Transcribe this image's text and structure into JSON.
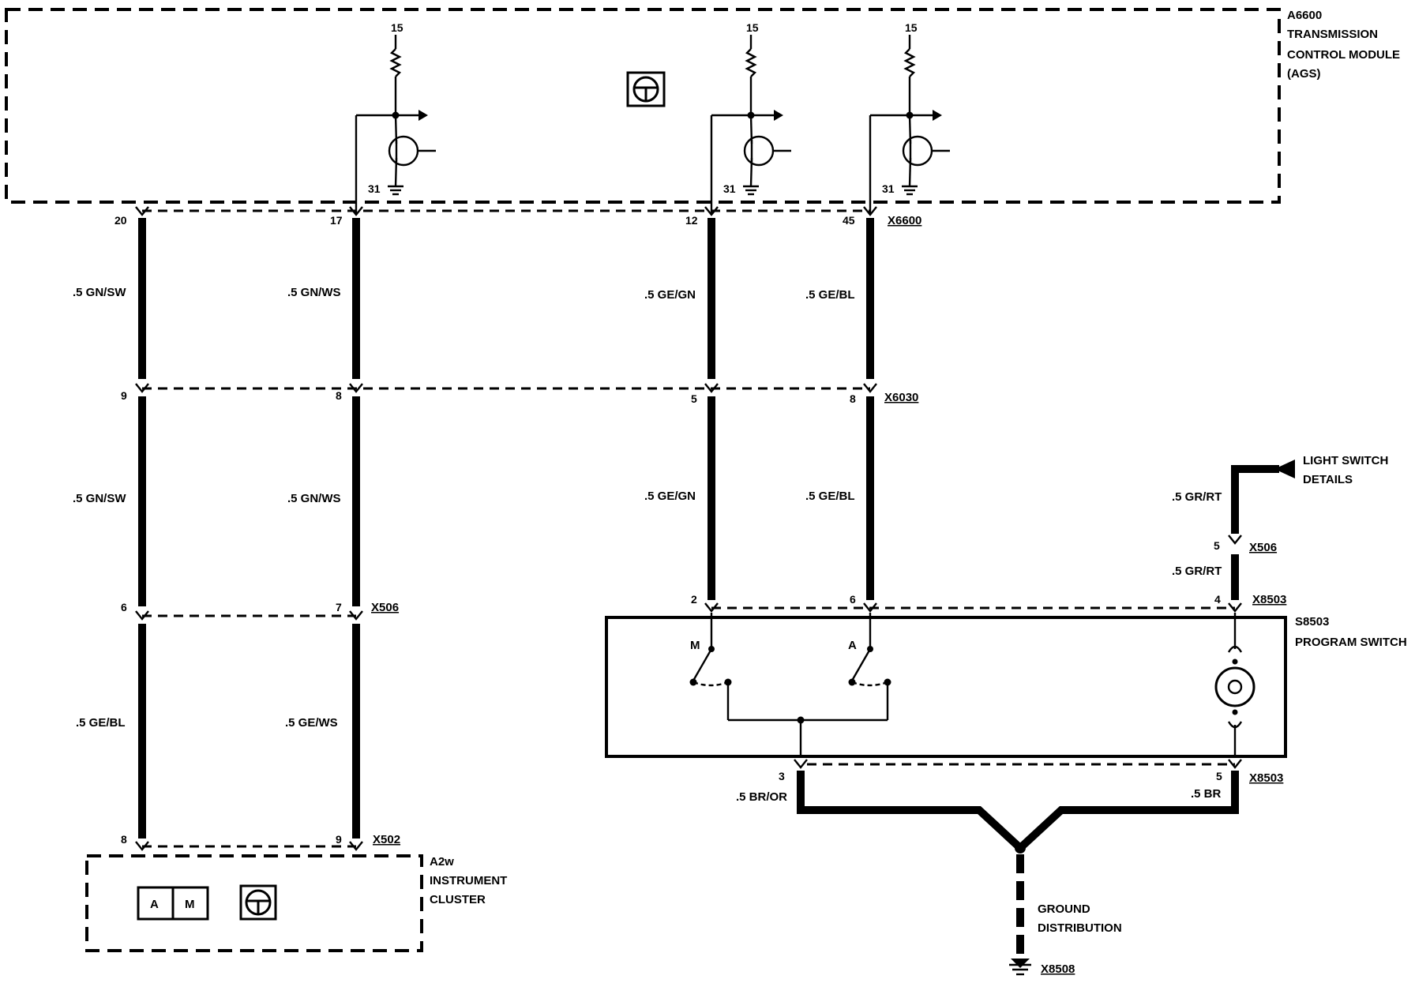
{
  "modules": {
    "tcm": {
      "id": "A6600",
      "line1": "TRANSMISSION",
      "line2": "CONTROL MODULE",
      "line3": "(AGS)"
    },
    "cluster": {
      "id": "A2w",
      "line1": "INSTRUMENT",
      "line2": "CLUSTER",
      "box_a": "A",
      "box_m": "M"
    },
    "program_switch": {
      "id": "S8503",
      "line1": "PROGRAM SWITCH",
      "switch_m": "M",
      "switch_a": "A"
    }
  },
  "supply": {
    "terminal_15": "15",
    "terminal_31": "31"
  },
  "wires": {
    "w1": {
      "pin_top": "20",
      "color1": ".5 GN/SW",
      "pin_mid_top": "9",
      "color2": ".5 GN/SW",
      "pin_mid_bot": "6",
      "color3": ".5 GE/BL",
      "pin_bot": "8"
    },
    "w2": {
      "pin_top": "17",
      "color1": ".5 GN/WS",
      "pin_mid_top": "8",
      "color2": ".5 GN/WS",
      "pin_mid_bot": "7",
      "color3": ".5 GE/WS",
      "pin_bot": "9"
    },
    "w3": {
      "pin_top": "12",
      "color1": ".5 GE/GN",
      "pin_mid_top": "5",
      "color2": ".5 GE/GN",
      "pin_bot": "2"
    },
    "w4": {
      "pin_top": "45",
      "color1": ".5 GE/BL",
      "pin_mid_top": "8",
      "color2": ".5 GE/BL",
      "pin_bot": "6"
    },
    "light": {
      "label1": "LIGHT SWITCH",
      "label2": "DETAILS",
      "color1": ".5 GR/RT",
      "pin_x506": "5",
      "color2": ".5 GR/RT",
      "pin_x8503": "4"
    }
  },
  "connectors": {
    "x6600": "X6600",
    "x6030": "X6030",
    "x506_left": "X506",
    "x506_right": "X506",
    "x502": "X502",
    "x8503_top": "X8503",
    "x8503_bottom": "X8503",
    "x8508": "X8508"
  },
  "ground": {
    "pin_left": "3",
    "color_left": ".5 BR/OR",
    "pin_right": "5",
    "color_right": ".5 BR",
    "label1": "GROUND",
    "label2": "DISTRIBUTION"
  }
}
